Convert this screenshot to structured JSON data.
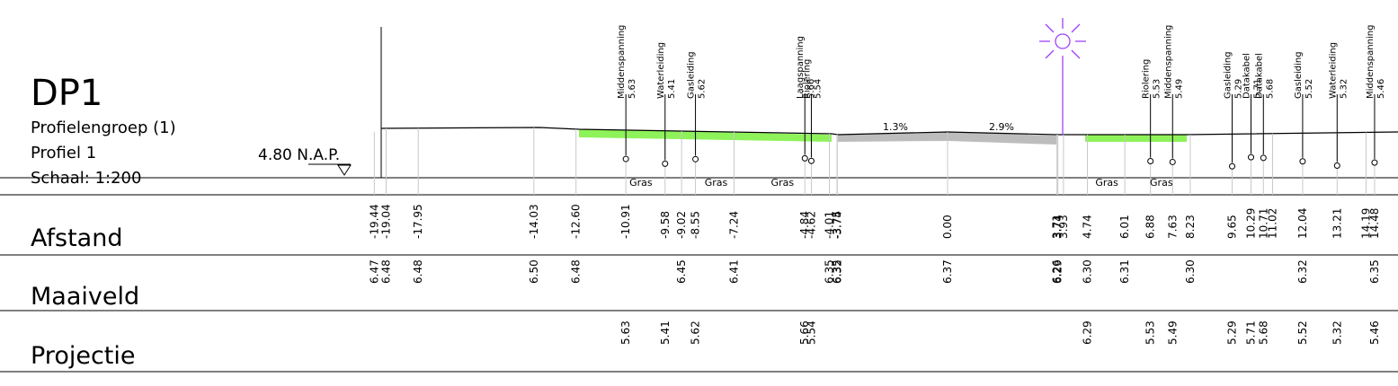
{
  "header": {
    "title": "DP1",
    "group": "Profielengroep (1)",
    "profile": "Profiel 1",
    "scale": "Schaal: 1:200",
    "reference": "4.80 N.A.P."
  },
  "rows": {
    "afstand": "Afstand",
    "maaiveld": "Maaiveld",
    "projectie": "Projectie"
  },
  "afstand_values": [
    "-19.44",
    "-19.04",
    "-17.95",
    "-14.03",
    "-12.60",
    "-10.91",
    "-9.58",
    "-9.02",
    "-8.55",
    "-7.24",
    "-4.84",
    "-4.62",
    "-4.01",
    "-3.75",
    "-3.74",
    "0.00",
    "3.71",
    "3.74",
    "3.93",
    "4.74",
    "6.01",
    "6.88",
    "7.63",
    "8.23",
    "9.65",
    "10.29",
    "10.71",
    "11.02",
    "12.04",
    "13.21",
    "14.19",
    "14.48"
  ],
  "maaiveld_values": [
    {
      "d": -19.44,
      "v": "6.47"
    },
    {
      "d": -19.04,
      "v": "6.48"
    },
    {
      "d": -17.95,
      "v": "6.48"
    },
    {
      "d": -14.03,
      "v": "6.50"
    },
    {
      "d": -12.6,
      "v": "6.48"
    },
    {
      "d": -9.02,
      "v": "6.45"
    },
    {
      "d": -7.24,
      "v": "6.41"
    },
    {
      "d": -4.01,
      "v": "6.35"
    },
    {
      "d": -3.75,
      "v": "6.35"
    },
    {
      "d": -3.74,
      "v": "6.32"
    },
    {
      "d": 0.0,
      "v": "6.37"
    },
    {
      "d": 3.71,
      "v": "6.26"
    },
    {
      "d": 3.74,
      "v": "6.29"
    },
    {
      "d": 4.74,
      "v": "6.30"
    },
    {
      "d": 6.01,
      "v": "6.31"
    },
    {
      "d": 8.23,
      "v": "6.30"
    },
    {
      "d": 12.04,
      "v": "6.32"
    },
    {
      "d": 14.48,
      "v": "6.35"
    }
  ],
  "cables": [
    {
      "d": -10.91,
      "name": "Middenspanning",
      "depth": "5.63"
    },
    {
      "d": -9.58,
      "name": "Waterleiding",
      "depth": "5.41"
    },
    {
      "d": -8.55,
      "name": "Gasleiding",
      "depth": "5.62"
    },
    {
      "d": -4.84,
      "name": "Laagspanning",
      "depth": "5.66"
    },
    {
      "d": -4.62,
      "name": "Riolering",
      "depth": "5.54"
    },
    {
      "d": 6.88,
      "name": "Riolering",
      "depth": "5.53"
    },
    {
      "d": 7.63,
      "name": "Middenspanning",
      "depth": "5.49"
    },
    {
      "d": 9.65,
      "name": "Gasleiding",
      "depth": "5.29"
    },
    {
      "d": 10.29,
      "name": "Datakabel",
      "depth": "5.71"
    },
    {
      "d": 10.71,
      "name": "Datakabel",
      "depth": "5.68"
    },
    {
      "d": 12.04,
      "name": "Gasleiding",
      "depth": "5.52"
    },
    {
      "d": 13.21,
      "name": "Waterleiding",
      "depth": "5.32"
    },
    {
      "d": 14.48,
      "name": "Middenspanning",
      "depth": "5.46"
    }
  ],
  "projectie_values": [
    "5.63",
    "5.41",
    "5.62",
    "5.66",
    "5.54",
    "6.29",
    "5.53",
    "5.49",
    "5.29",
    "5.71",
    "5.68",
    "5.52",
    "5.32",
    "5.46"
  ],
  "surfaces": [
    {
      "label": "Gras",
      "d": -10.4
    },
    {
      "label": "Gras",
      "d": -7.85
    },
    {
      "label": "Gras",
      "d": -5.6
    },
    {
      "label": "Gras",
      "d": 5.4
    },
    {
      "label": "Gras",
      "d": 7.25
    }
  ],
  "slopes": [
    "1.3%",
    "2.9%"
  ],
  "colors": {
    "grass": "#8ef25a",
    "road": "#bdbdbd",
    "lamp": "#a040ff",
    "line": "#000000",
    "grid": "#c8c8c8"
  }
}
